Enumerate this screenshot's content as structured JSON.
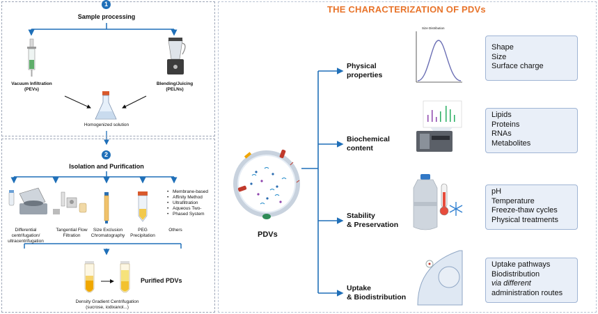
{
  "title": "THE CHARACTERIZATION OF PDVs",
  "left": {
    "step1": {
      "number": "1",
      "title": "Sample processing",
      "method_a": {
        "line1": "Vacuum Infiltration",
        "line2": "(PEVs)"
      },
      "method_b": {
        "line1": "Blending/Juicing",
        "line2": "(PELNs)"
      },
      "result": "Homogenized solution"
    },
    "step2": {
      "number": "2",
      "title": "Isolation and Purification",
      "methods": [
        {
          "line1": "Differential",
          "line2": "centrifugation/",
          "line3": "ultracentrifugation"
        },
        {
          "line1": "Tangential Flow",
          "line2": "Filtration"
        },
        {
          "line1": "Size Exclusion",
          "line2": "Chromatography"
        },
        {
          "line1": "PEG",
          "line2": "Precipitation"
        },
        {
          "line1": "Others"
        }
      ],
      "others": [
        "Membrane-based",
        "Affinity Method",
        "Ultrafiltration",
        "Aqueous Two-",
        "Phased System"
      ],
      "purified_label": "Purified PDVs",
      "density": {
        "line1": "Density Gradient Centrifugation",
        "line2": "(sucrose, iodixanol...)"
      }
    }
  },
  "center": {
    "label": "PDVs"
  },
  "categories": [
    {
      "label_line1": "Physical",
      "label_line2": "properties",
      "chart_title": "Size Distribution",
      "properties": [
        "Shape",
        "Size",
        "Surface charge"
      ]
    },
    {
      "label_line1": "Biochemical",
      "label_line2": "content",
      "properties": [
        "Lipids",
        "Proteins",
        "RNAs",
        "Metabolites"
      ]
    },
    {
      "label_line1": "Stability",
      "label_line2": "& Preservation",
      "properties": [
        "pH",
        "Temperature",
        "Freeze-thaw cycles",
        "Physical treatments"
      ]
    },
    {
      "label_line1": "Uptake",
      "label_line2": "& Biodistribution",
      "properties": [
        "Uptake pathways",
        "Biodistribution",
        "via different",
        "administration routes"
      ]
    }
  ],
  "colors": {
    "title": "#e8742b",
    "connector": "#1f6fb8",
    "box_fill": "#e9eff8",
    "box_border": "#9fb4d4"
  }
}
